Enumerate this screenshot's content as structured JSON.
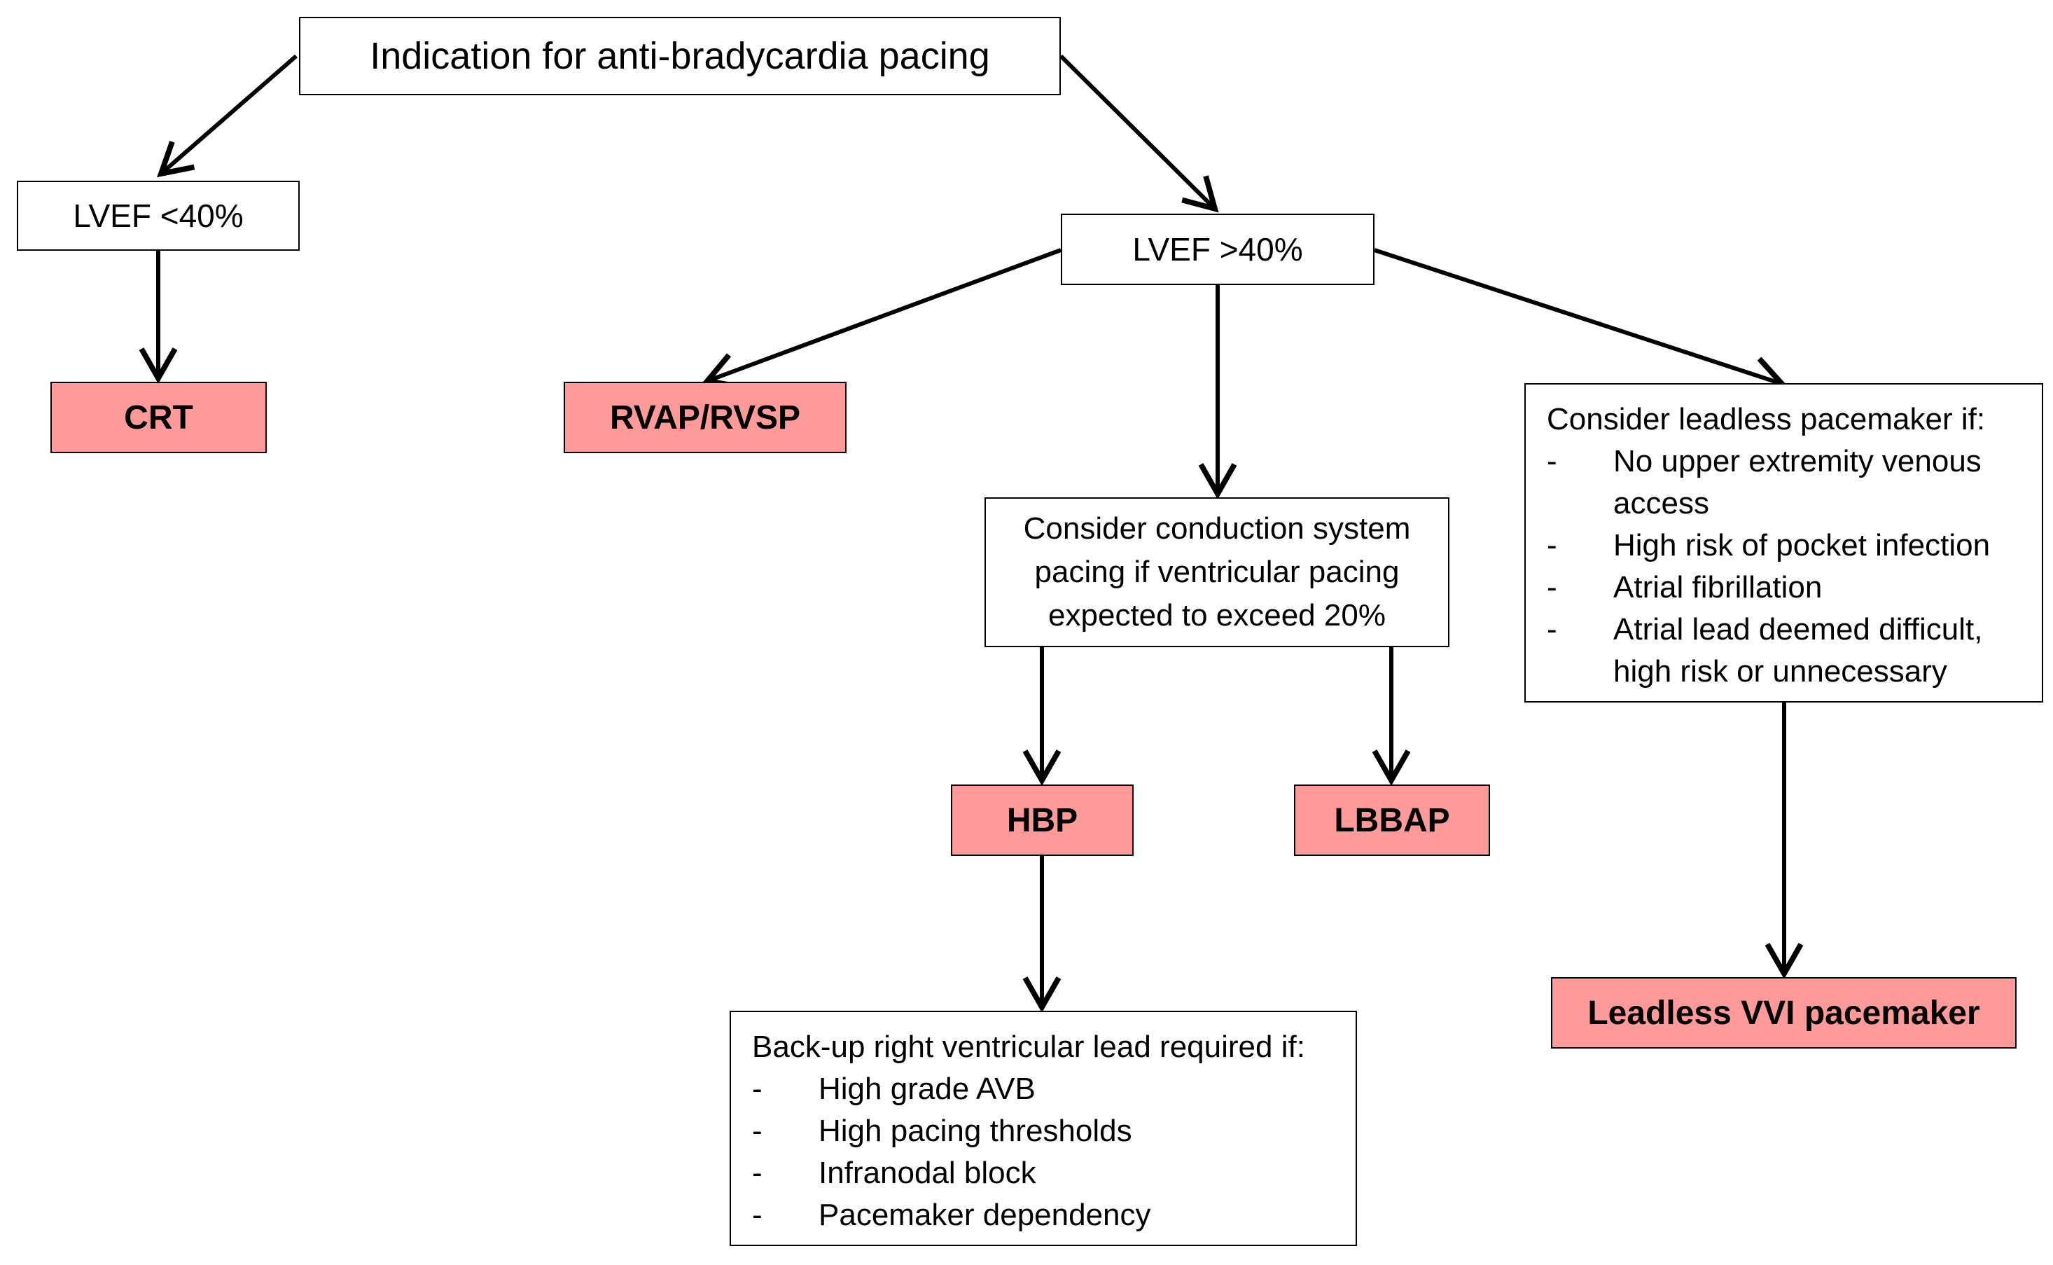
{
  "nodes": {
    "root": "Indication for anti-bradycardia pacing",
    "lvef_low": "LVEF <40%",
    "lvef_high": "LVEF >40%",
    "crt": "CRT",
    "rvap": "RVAP/RVSP",
    "csp": "Consider conduction system pacing if ventricular pacing expected to exceed 20%",
    "hbp": "HBP",
    "lbbap": "LBBAP",
    "leadless_vvi": "Leadless VVI pacemaker"
  },
  "leadless_box": {
    "title": "Consider leadless pacemaker if:",
    "bullet": "-",
    "items": [
      "No upper extremity venous access",
      "High risk of pocket infection",
      "Atrial fibrillation",
      "Atrial lead deemed difficult, high risk or unnecessary"
    ]
  },
  "backup_box": {
    "title": "Back-up right ventricular lead required if:",
    "bullet": "-",
    "items": [
      "High grade AVB",
      "High pacing thresholds",
      "Infranodal block",
      "Pacemaker dependency"
    ]
  }
}
